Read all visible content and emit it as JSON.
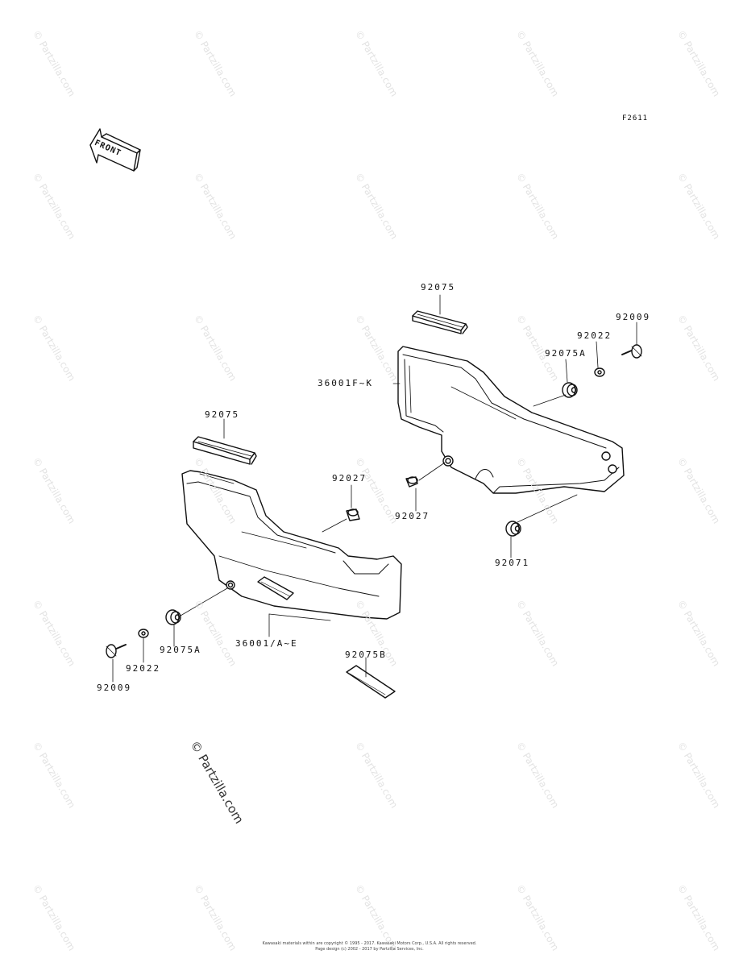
{
  "figure_code": "F2611",
  "front_label": "FRONT",
  "watermark": "© Partzilla.com",
  "footer_line1": "Kawasaki materials within are copyright © 1995 - 2017. Kawasaki Motors Corp., U.S.A. All rights reserved.",
  "footer_line2": "Page design (c) 2002 - 2017 by Partzilla Services, Inc.",
  "labels": {
    "upper_strip": "92075",
    "right_bolt": "92009",
    "right_washer": "92022",
    "right_grommet": "92075A",
    "right_cover": "36001F~K",
    "left_strip": "92075",
    "left_damper": "92027",
    "right_damper": "92027",
    "right_bottom_grommet": "92071",
    "left_cover": "36001/A~E",
    "left_grommet": "92075A",
    "left_washer": "92022",
    "left_bolt": "92009",
    "emblem": "92075B"
  }
}
